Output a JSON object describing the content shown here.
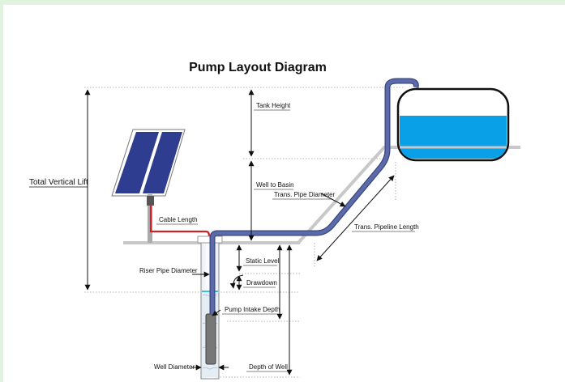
{
  "title": "Pump Layout Diagram",
  "labels": {
    "total_vertical_lift": "Total Vertical Lift",
    "tank_height": "Tank Height",
    "well_to_basin": "Well to Basin",
    "trans_pipe_diameter": "Trans. Pipe Diameter",
    "trans_pipeline_length": "Trans. Pipeline Length",
    "cable_length": "Cable Length",
    "riser_pipe_diameter": "Riser Pipe Diameter",
    "static_level": "Static Level",
    "drawdown": "Drawdown",
    "pump_intake_depth": "Pump Intake Depth",
    "well_diameter": "Well Diameter",
    "depth_of_well": "Depth of Well"
  },
  "colors": {
    "background": "#dff3df",
    "panel": "#ffffff",
    "pipe": "#5b6aa8",
    "pipe_outline": "#3a4680",
    "ground": "#c8c8c8",
    "water": "#0aa0e8",
    "solar_panel": "#2e3d8f",
    "cable": "#d0202a"
  }
}
